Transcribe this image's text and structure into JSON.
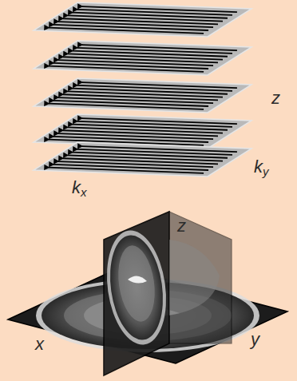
{
  "diagram": {
    "labels": [
      "z",
      "ky",
      "kx",
      "z",
      "x",
      "y"
    ]
  }
}
